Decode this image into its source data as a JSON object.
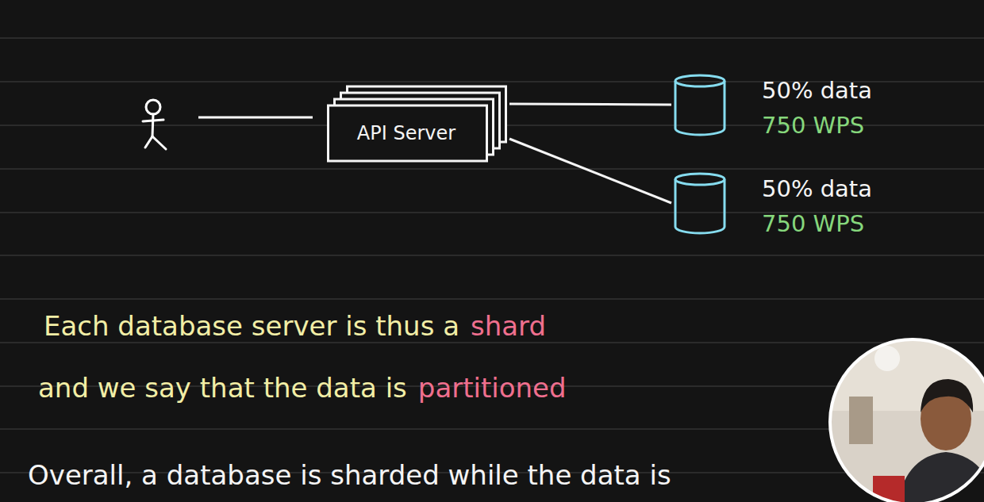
{
  "diagram": {
    "nodes": [
      {
        "text": [
          "API Server"
        ]
      },
      {
        "text": [
          "50% data",
          "750 WPS"
        ]
      },
      {
        "text": [
          "50% data",
          "750 WPS"
        ]
      }
    ],
    "edges": [
      {
        "from": 0,
        "to": 1,
        "arrow": "none"
      },
      {
        "from": 0,
        "to": 2,
        "arrow": "none"
      }
    ],
    "labels": [
      "Each database server is thus a",
      "shard",
      "and we say that the data is",
      "partitioned",
      "Overall, a database is sharded while the data is"
    ]
  }
}
